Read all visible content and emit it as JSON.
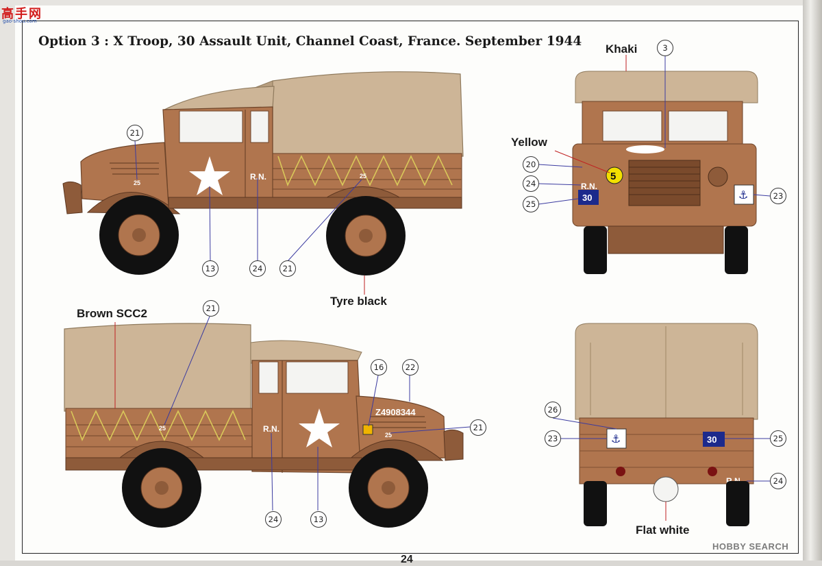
{
  "header": {
    "logo_text": "高手网",
    "logo_url": "gao-shou.com",
    "title": "Option 3 : X Troop, 30 Assault Unit, Channel Coast, France. September 1944"
  },
  "colors": {
    "body": "#b0754e",
    "body_dark": "#8e5b3a",
    "canvas": "#cdb597",
    "canvas_shade": "#b89f80",
    "tyre": "#111111",
    "rope": "#d9c85a",
    "sign_blue": "#1c2a8c",
    "sign_yellow": "#f2e000"
  },
  "callouts": {
    "khaki": "Khaki",
    "yellow": "Yellow",
    "tyre_black": "Tyre black",
    "brown": "Brown SCC2",
    "flat_white": "Flat white"
  },
  "decal_numbers": {
    "top_side": [
      "21",
      "13",
      "24",
      "21"
    ],
    "front": [
      "3",
      "20",
      "24",
      "25",
      "23"
    ],
    "bottom_side": [
      "21",
      "16",
      "22",
      "21",
      "24",
      "13"
    ],
    "rear": [
      "26",
      "23",
      "25",
      "24"
    ]
  },
  "markings": {
    "rn": "R.N.",
    "twenty_five": "25",
    "thirty": "30",
    "five": "5",
    "registration": "Z4908344",
    "anchor": "⚓"
  },
  "footer": {
    "watermark": "HOBBY SEARCH",
    "page_number": "24"
  }
}
